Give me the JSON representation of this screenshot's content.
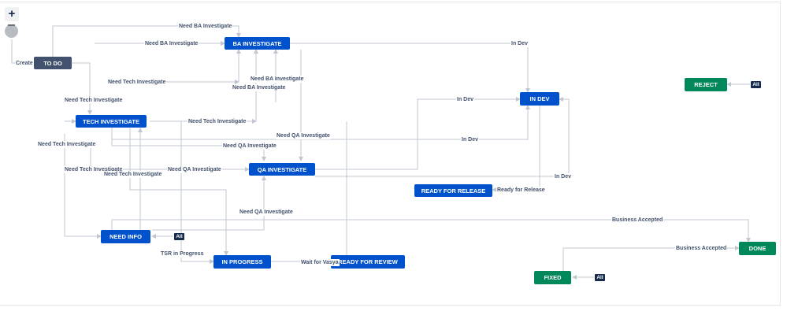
{
  "zoom": {
    "in_label": "+"
  },
  "colors": {
    "todo": "#42526e",
    "in_progress": "#0052cc",
    "done": "#00875a",
    "wire": "#c1c7d0",
    "label": "#42526e",
    "badge": "#172b4d"
  },
  "nodes": {
    "todo": "TO DO",
    "ba_investigate": "BA INVESTIGATE",
    "tech_investigate": "TECH INVESTIGATE",
    "qa_investigate": "QA INVESTIGATE",
    "in_dev": "IN DEV",
    "ready_for_release": "READY FOR RELEASE",
    "need_info": "NEED INFO",
    "in_progress": "IN PROGRESS",
    "ready_for_review": "READY FOR REVIEW",
    "reject": "REJECT",
    "done": "DONE",
    "fixed": "FIXED"
  },
  "badges": {
    "all": "All"
  },
  "transitions": {
    "create": "Create",
    "need_ba": "Need BA Investigate",
    "need_tech": "Need Tech Investigate",
    "need_qa": "Need QA Investigate",
    "in_dev": "In Dev",
    "ready_for_release": "Ready for Release",
    "business_accepted": "Business Accepted",
    "tsr_in_progress": "TSR in Progress",
    "wait_for_vasya": "Wait for Vasya"
  }
}
